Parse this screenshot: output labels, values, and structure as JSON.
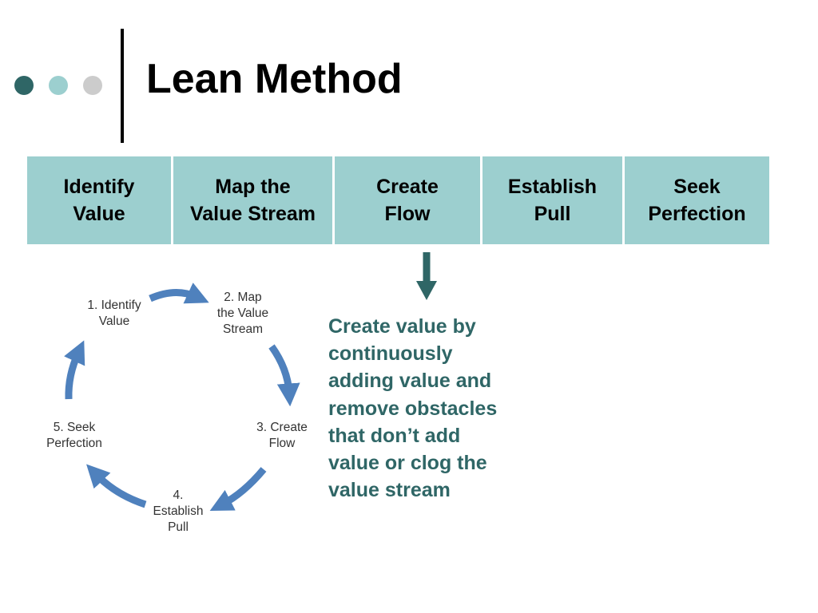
{
  "slide": {
    "title": "Lean Method",
    "decor_dot_colors": [
      "#2f6666",
      "#9ccfcf",
      "#cccccc"
    ]
  },
  "steps_table": {
    "fill": "#9ccfcf",
    "cells": [
      {
        "lines": [
          "Identify",
          "Value"
        ]
      },
      {
        "lines": [
          "Map the",
          "Value Stream"
        ]
      },
      {
        "lines": [
          "Create",
          "Flow"
        ]
      },
      {
        "lines": [
          "Establish",
          "Pull"
        ]
      },
      {
        "lines": [
          "Seek",
          "Perfection"
        ]
      }
    ]
  },
  "arrow": {
    "color": "#2f6666",
    "icon": "down-arrow-icon"
  },
  "description": {
    "lines": [
      "Create value by",
      "continuously",
      "adding value and",
      "remove obstacles",
      "that don’t add",
      "value or clog the",
      "value stream"
    ],
    "color": "#2f6666"
  },
  "cycle": {
    "arrow_color": "#4f81bd",
    "labels": [
      {
        "lines": [
          "1. Identify",
          "Value"
        ]
      },
      {
        "lines": [
          "2. Map",
          "the Value",
          "Stream"
        ]
      },
      {
        "lines": [
          "3. Create",
          "Flow"
        ]
      },
      {
        "lines": [
          "4.",
          "Establish",
          "Pull"
        ]
      },
      {
        "lines": [
          "5. Seek",
          "Perfection"
        ]
      }
    ]
  }
}
